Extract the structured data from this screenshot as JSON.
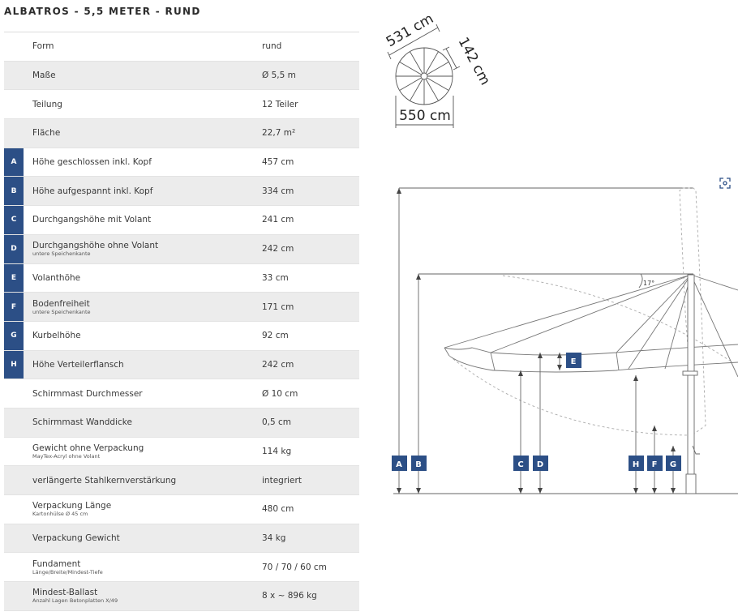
{
  "title": "ALBATROS - 5,5 METER - RUND",
  "specs": [
    {
      "badge": "",
      "label": "Form",
      "sublabel": "",
      "value": "rund"
    },
    {
      "badge": "",
      "label": "Maße",
      "sublabel": "",
      "value": "Ø 5,5 m"
    },
    {
      "badge": "",
      "label": "Teilung",
      "sublabel": "",
      "value": "12 Teiler"
    },
    {
      "badge": "",
      "label": "Fläche",
      "sublabel": "",
      "value": "22,7 m²"
    },
    {
      "badge": "A",
      "label": "Höhe geschlossen inkl. Kopf",
      "sublabel": "",
      "value": "457 cm"
    },
    {
      "badge": "B",
      "label": "Höhe aufgespannt inkl. Kopf",
      "sublabel": "",
      "value": "334 cm"
    },
    {
      "badge": "C",
      "label": "Durchgangshöhe mit Volant",
      "sublabel": "",
      "value": "241 cm"
    },
    {
      "badge": "D",
      "label": "Durchgangshöhe ohne Volant",
      "sublabel": "untere Speichenkante",
      "value": "242 cm"
    },
    {
      "badge": "E",
      "label": "Volanthöhe",
      "sublabel": "",
      "value": "33 cm"
    },
    {
      "badge": "F",
      "label": "Bodenfreiheit",
      "sublabel": "untere Speichenkante",
      "value": "171 cm"
    },
    {
      "badge": "G",
      "label": "Kurbelhöhe",
      "sublabel": "",
      "value": "92 cm"
    },
    {
      "badge": "H",
      "label": "Höhe Verteilerflansch",
      "sublabel": "",
      "value": "242 cm"
    },
    {
      "badge": "",
      "label": "Schirmmast Durchmesser",
      "sublabel": "",
      "value": "Ø 10 cm"
    },
    {
      "badge": "",
      "label": "Schirmmast Wanddicke",
      "sublabel": "",
      "value": "0,5 cm"
    },
    {
      "badge": "",
      "label": "Gewicht ohne Verpackung",
      "sublabel": "MayTex-Acryl ohne Volant",
      "value": "114 kg"
    },
    {
      "badge": "",
      "label": "verlängerte Stahlkernverstärkung",
      "sublabel": "",
      "value": "integriert"
    },
    {
      "badge": "",
      "label": "Verpackung Länge",
      "sublabel": "Kartonhülse Ø 45 cm",
      "value": "480 cm"
    },
    {
      "badge": "",
      "label": "Verpackung Gewicht",
      "sublabel": "",
      "value": "34 kg"
    },
    {
      "badge": "",
      "label": "Fundament",
      "sublabel": "Länge/Breite/Mindest-Tiefe",
      "value": "70 / 70 / 60 cm"
    },
    {
      "badge": "",
      "label": "Mindest-Ballast",
      "sublabel": "Anzahl Lagen Betonplatten X/49",
      "value": "8 x ~ 896 kg"
    }
  ],
  "top_view": {
    "dim_chord": "531 cm",
    "dim_depth": "142 cm",
    "dim_diameter": "550 cm"
  },
  "side_view": {
    "angle": "17°",
    "markers": {
      "a": "A",
      "b": "B",
      "c": "C",
      "d": "D",
      "e": "E",
      "f": "F",
      "g": "G",
      "h": "H"
    }
  },
  "colors": {
    "badge": "#2c4f86",
    "row_shade": "#ececec",
    "drawing_line": "#555555"
  },
  "icons": {
    "zoom": "expand-icon"
  }
}
